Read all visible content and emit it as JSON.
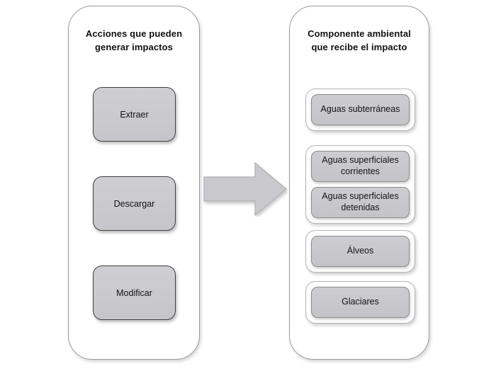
{
  "diagram": {
    "background_color": "#ffffff",
    "box_fill_color": "#c8c8cb",
    "box_border_color": "#3f3f3f",
    "panel_border_color": "#9a9a9a",
    "arrow_fill_color": "#c9c9cd"
  },
  "panels": {
    "actions": {
      "title": "Acciones que pueden\ngenerar impactos",
      "items": [
        {
          "label": "Extraer"
        },
        {
          "label": "Descargar"
        },
        {
          "label": "Modificar"
        }
      ]
    },
    "components": {
      "title": "Componente ambiental\nque recibe el impacto",
      "groups": [
        {
          "items": [
            {
              "label": "Aguas subterráneas"
            }
          ]
        },
        {
          "items": [
            {
              "label": "Aguas superficiales\ncorrientes"
            },
            {
              "label": "Aguas superficiales\ndetenidas"
            }
          ]
        },
        {
          "items": [
            {
              "label": "Álveos"
            }
          ]
        },
        {
          "items": [
            {
              "label": "Glaciares"
            }
          ]
        }
      ]
    }
  },
  "arrow": {
    "icon": "right-block-arrow",
    "direction": "right"
  }
}
